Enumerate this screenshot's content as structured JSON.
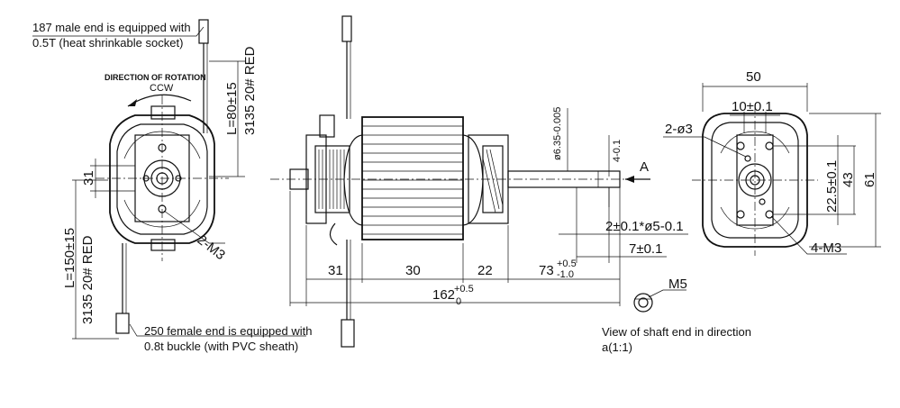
{
  "notes": {
    "top_line1": "187 male end is equipped with",
    "top_line2": "0.5T (heat shrinkable socket)",
    "bottom_line1": "250 female end is equipped with",
    "bottom_line2": "0.8t buckle (with PVC sheath)",
    "rotation": "DIRECTION OF ROTATION",
    "ccw": "CCW",
    "view1": "View of shaft end in direction",
    "view2": "a(1:1)"
  },
  "left_view": {
    "lead_top": "L=80±15",
    "lead_top_wire": "3135 20# RED",
    "lead_bottom": "L=150±15",
    "lead_bottom_wire": "3135 20# RED",
    "dim_31": "31",
    "screw": "2-M3"
  },
  "side_view": {
    "shaft_dia": "ø6.35-0.005",
    "flat": "4-0.1",
    "arrow_a": "A",
    "d_2": "2±0.1*ø5-0.1",
    "d_7": "7±0.1",
    "d_31": "31",
    "d_30": "30",
    "d_22": "22",
    "d_73": "73",
    "d_73_tol_up": "+0.5",
    "d_73_tol_dn": "-1.0",
    "d_162": "162",
    "d_162_tol_up": "+0.5",
    "d_162_tol_dn": "0",
    "m5": "M5"
  },
  "right_view": {
    "w50": "50",
    "w10": "10±0.1",
    "holes": "2-ø3",
    "h22": "22.5±0.1",
    "h43": "43",
    "h61": "61",
    "screws": "4-M3"
  }
}
